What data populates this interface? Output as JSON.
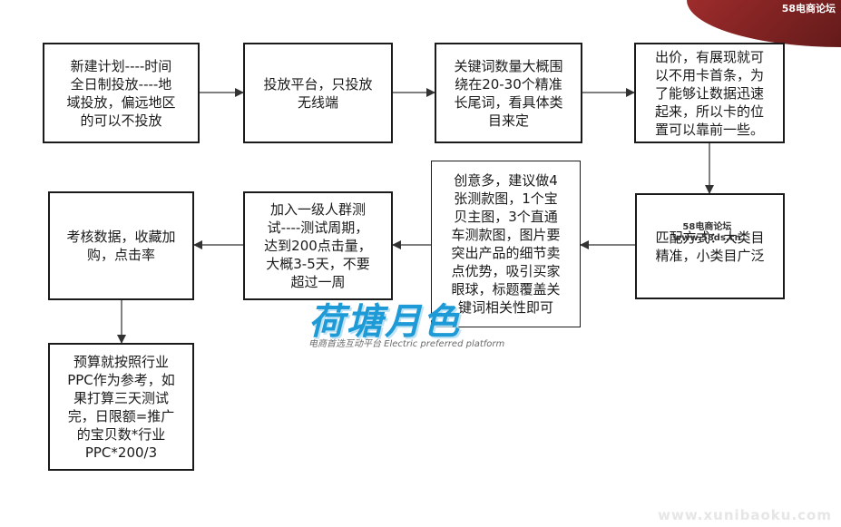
{
  "brand": {
    "corner_label": "58电商论坛",
    "watermark_title": "荷塘月色",
    "watermark_subtitle": "电商首选互动平台 Electric preferred platform",
    "watermark_small_line1": "58电商论坛",
    "watermark_small_line2": "www.58ds.cn",
    "watermark_bottom": "www.xunibaoku.com"
  },
  "flow": {
    "box1": "新建计划----时间\n全日制投放----地\n域投放，偏远地区\n的可以不投放",
    "box2": "投放平台，只投放\n无线端",
    "box3": "关键词数量大概围\n绕在20-30个精准\n长尾词，看具体类\n目来定",
    "box4": "出价，有展现就可\n以不用卡首条，为\n了能够让数据迅速\n起来，所以卡的位\n置可以靠前一些。",
    "box5": "匹配方式：大类目\n精准，小类目广泛",
    "box6": "创意多，建议做4\n张测款图，1个宝\n贝主图，3个直通\n车测款图，图片要\n突出产品的细节卖\n点优势，吸引买家\n眼球，标题覆盖关\n键词相关性即可",
    "box7": "加入一级人群测\n试----测试周期，\n达到200点击量，\n大概3-5天，不要\n超过一周",
    "box8": "考核数据，收藏加\n购，点击率",
    "box9": "预算就按照行业\nPPC作为参考，如\n果打算三天测试\n完，日限额=推广\n的宝贝数*行业\nPPC*200/3"
  }
}
